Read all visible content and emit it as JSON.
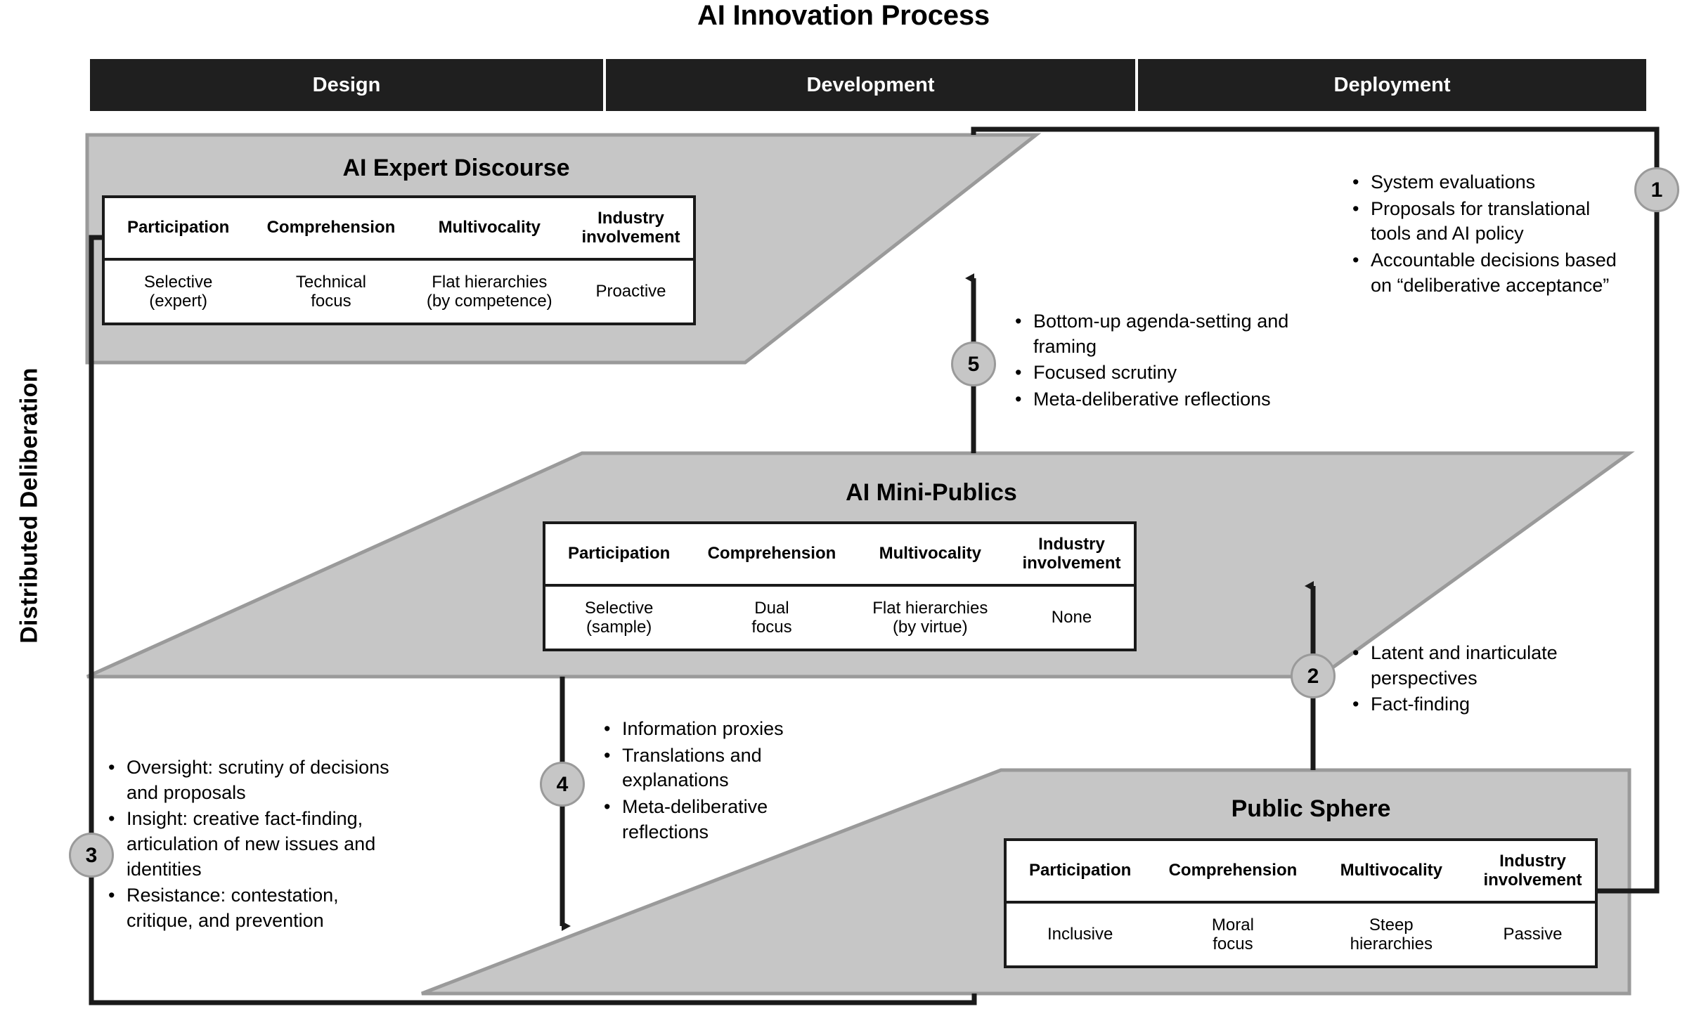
{
  "figure": {
    "main_title": "AI Innovation Process",
    "side_label": "Distributed Deliberation"
  },
  "phases": [
    {
      "label": "Design"
    },
    {
      "label": "Development"
    },
    {
      "label": "Deployment"
    }
  ],
  "table_headers": [
    "Participation",
    "Comprehension",
    "Multivocality",
    "Industry involvement"
  ],
  "arenas": [
    {
      "id": "ai-expert-discourse",
      "title": "AI Expert Discourse",
      "values": {
        "participation": "Selective\n(expert)",
        "participation_l1": "Selective",
        "participation_l2": "(expert)",
        "comprehension_l1": "Technical",
        "comprehension_l2": "focus",
        "multivocality_l1": "Flat hierarchies",
        "multivocality_l2": "(by competence)",
        "industry": "Proactive"
      }
    },
    {
      "id": "ai-mini-publics",
      "title": "AI Mini-Publics",
      "values": {
        "participation_l1": "Selective",
        "participation_l2": "(sample)",
        "comprehension_l1": "Dual",
        "comprehension_l2": "focus",
        "multivocality_l1": "Flat hierarchies",
        "multivocality_l2": "(by virtue)",
        "industry": "None"
      }
    },
    {
      "id": "public-sphere",
      "title": "Public Sphere",
      "values": {
        "participation_l1": "Inclusive",
        "participation_l2": "",
        "comprehension_l1": "Moral",
        "comprehension_l2": "focus",
        "multivocality_l1": "Steep",
        "multivocality_l2": "hierarchies",
        "industry": "Passive"
      }
    }
  ],
  "flows": [
    {
      "number": "1",
      "label_number": "1",
      "items": [
        "System evaluations",
        "Proposals for translational tools and AI policy",
        "Accountable decisions based on “deliberative acceptance”"
      ]
    },
    {
      "number": "2",
      "label_number": "2",
      "items": [
        "Latent and inarticulate perspectives",
        "Fact-finding"
      ]
    },
    {
      "number": "3",
      "label_number": "3",
      "items": [
        "Oversight: scrutiny of decisions and proposals",
        "Insight: creative fact-finding, articulation of new issues and identities",
        "Resistance: contestation, critique, and prevention"
      ]
    },
    {
      "number": "4",
      "label_number": "4",
      "items": [
        "Information proxies",
        "Translations and explanations",
        "Meta-deliberative reflections"
      ]
    },
    {
      "number": "5",
      "label_number": "5",
      "items": [
        "Bottom-up agenda-setting and framing",
        "Focused scrutiny",
        "Meta-deliberative reflections"
      ]
    }
  ],
  "colors": {
    "phase_bar": "#1f1f1f",
    "arena_fill": "#c6c6c6",
    "arena_stroke": "#9a9a9a",
    "line": "#1a1a1a",
    "circle_fill": "#c6c6c6",
    "circle_stroke": "#9a9a9a"
  }
}
